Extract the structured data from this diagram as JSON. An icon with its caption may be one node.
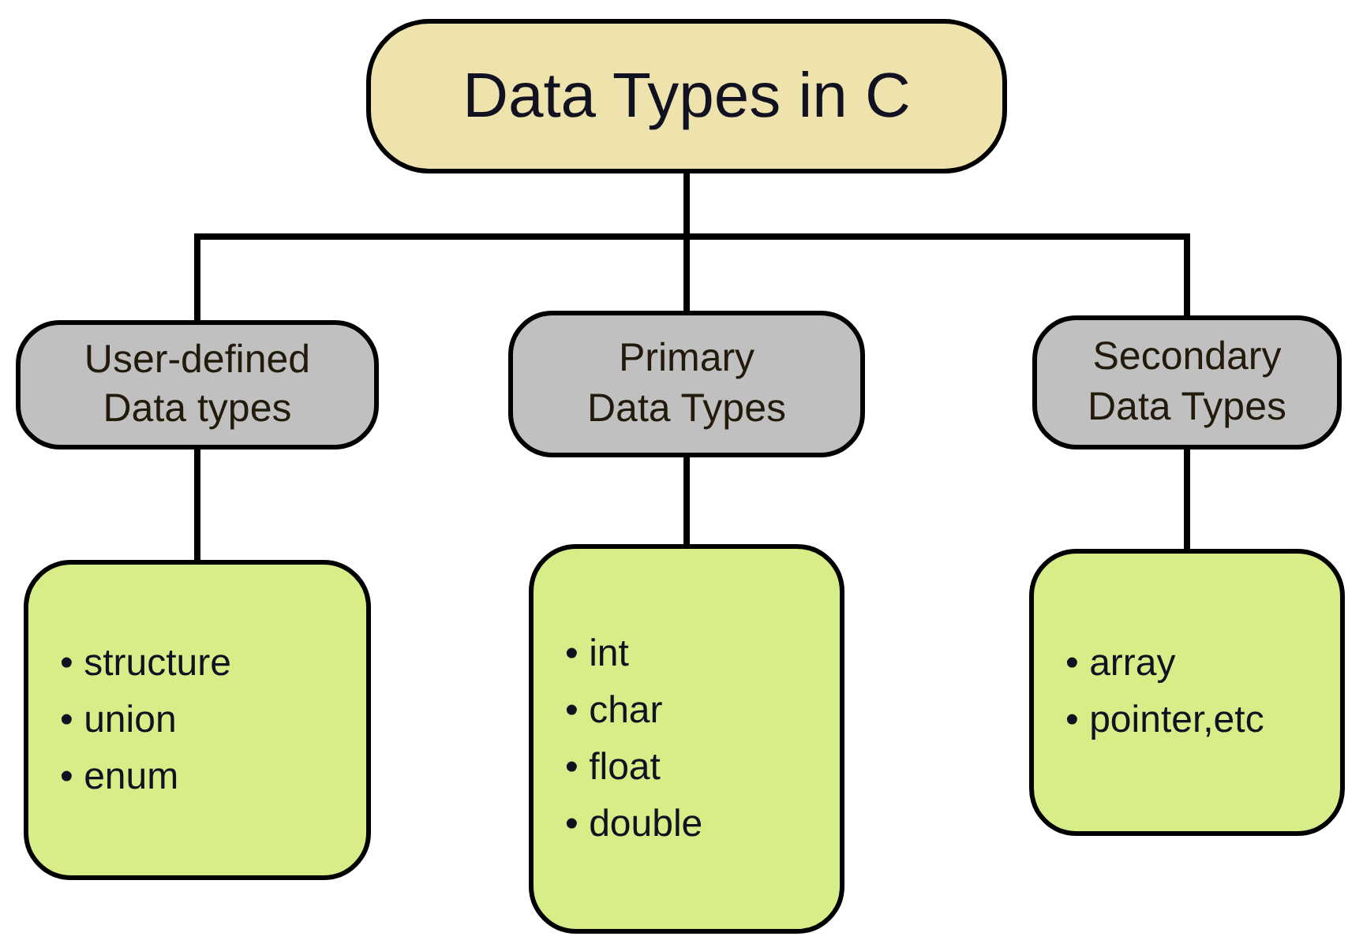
{
  "diagram": {
    "nodes": [
      {
        "text": [
          "Data Types in C"
        ]
      },
      {
        "text": [
          "User-defined Data types"
        ]
      },
      {
        "text": [
          "Primary Data Types"
        ]
      },
      {
        "text": [
          "Secondary Data Types"
        ]
      },
      {
        "text": [
          "• structure",
          "• union",
          "• enum"
        ]
      },
      {
        "text": [
          "• int",
          "• char",
          "• float",
          "• double"
        ]
      },
      {
        "text": [
          "• array",
          "• pointer,etc"
        ]
      }
    ],
    "edges": [
      {
        "from": 0,
        "to": 1,
        "arrow": "none"
      },
      {
        "from": 0,
        "to": 2,
        "arrow": "none"
      },
      {
        "from": 0,
        "to": 3,
        "arrow": "none"
      },
      {
        "from": 1,
        "to": 4,
        "arrow": "none"
      },
      {
        "from": 2,
        "to": 5,
        "arrow": "none"
      },
      {
        "from": 3,
        "to": 6,
        "arrow": "none"
      }
    ]
  }
}
